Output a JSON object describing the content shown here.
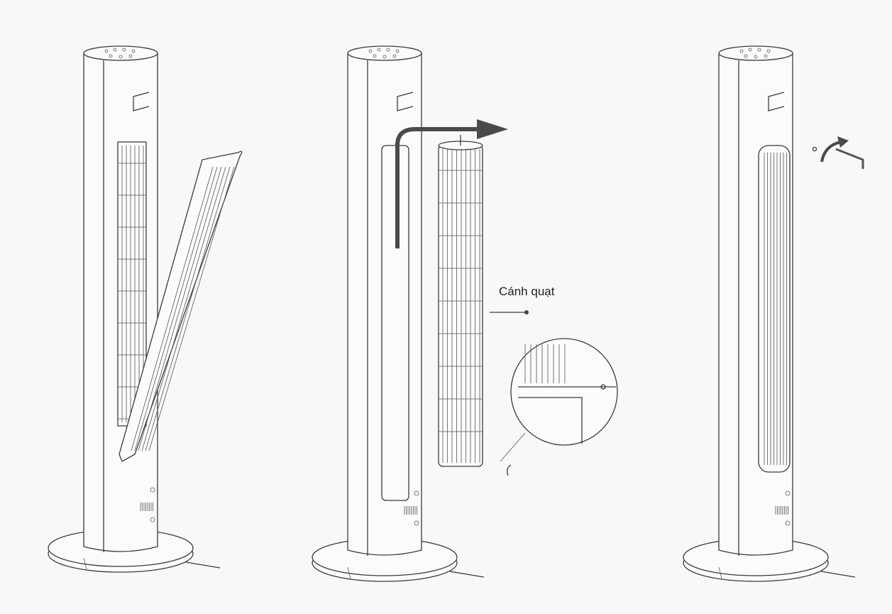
{
  "figure": {
    "callout_label": "Cánh quạt",
    "colors": {
      "background": "#f8f8f9",
      "line": "#3a3a3a",
      "arrow": "#4a4a4a"
    },
    "steps": [
      {
        "name": "remove-front-grille"
      },
      {
        "name": "remove-fan-blade"
      },
      {
        "name": "fasten-screw"
      }
    ]
  }
}
